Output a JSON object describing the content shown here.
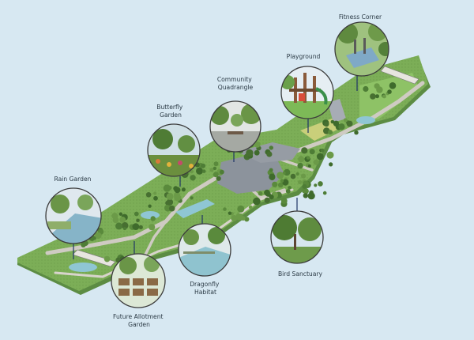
{
  "features": [
    {
      "id": "fitness-corner",
      "lines": [
        "Fitness Corner"
      ]
    },
    {
      "id": "playground",
      "lines": [
        "Playground"
      ]
    },
    {
      "id": "community-quadrangle",
      "lines": [
        "Community",
        "Quadrangle"
      ]
    },
    {
      "id": "butterfly-garden",
      "lines": [
        "Butterfly",
        "Garden"
      ]
    },
    {
      "id": "rain-garden",
      "lines": [
        "Rain Garden"
      ]
    },
    {
      "id": "bird-sanctuary",
      "lines": [
        "Bird Sanctuary"
      ]
    },
    {
      "id": "dragonfly-habitat",
      "lines": [
        "Dragonfly",
        "Habitat"
      ]
    },
    {
      "id": "future-allotment-garden",
      "lines": [
        "Future Allotment",
        "Garden"
      ]
    }
  ],
  "colors": {
    "background": "#d7e8f2",
    "park_top": "#7fb05a",
    "park_side": "#5c8c43",
    "path": "#c9c6bf",
    "plaza": "#8c939c",
    "water": "#8fc6d4",
    "connector": "#1f3566"
  }
}
